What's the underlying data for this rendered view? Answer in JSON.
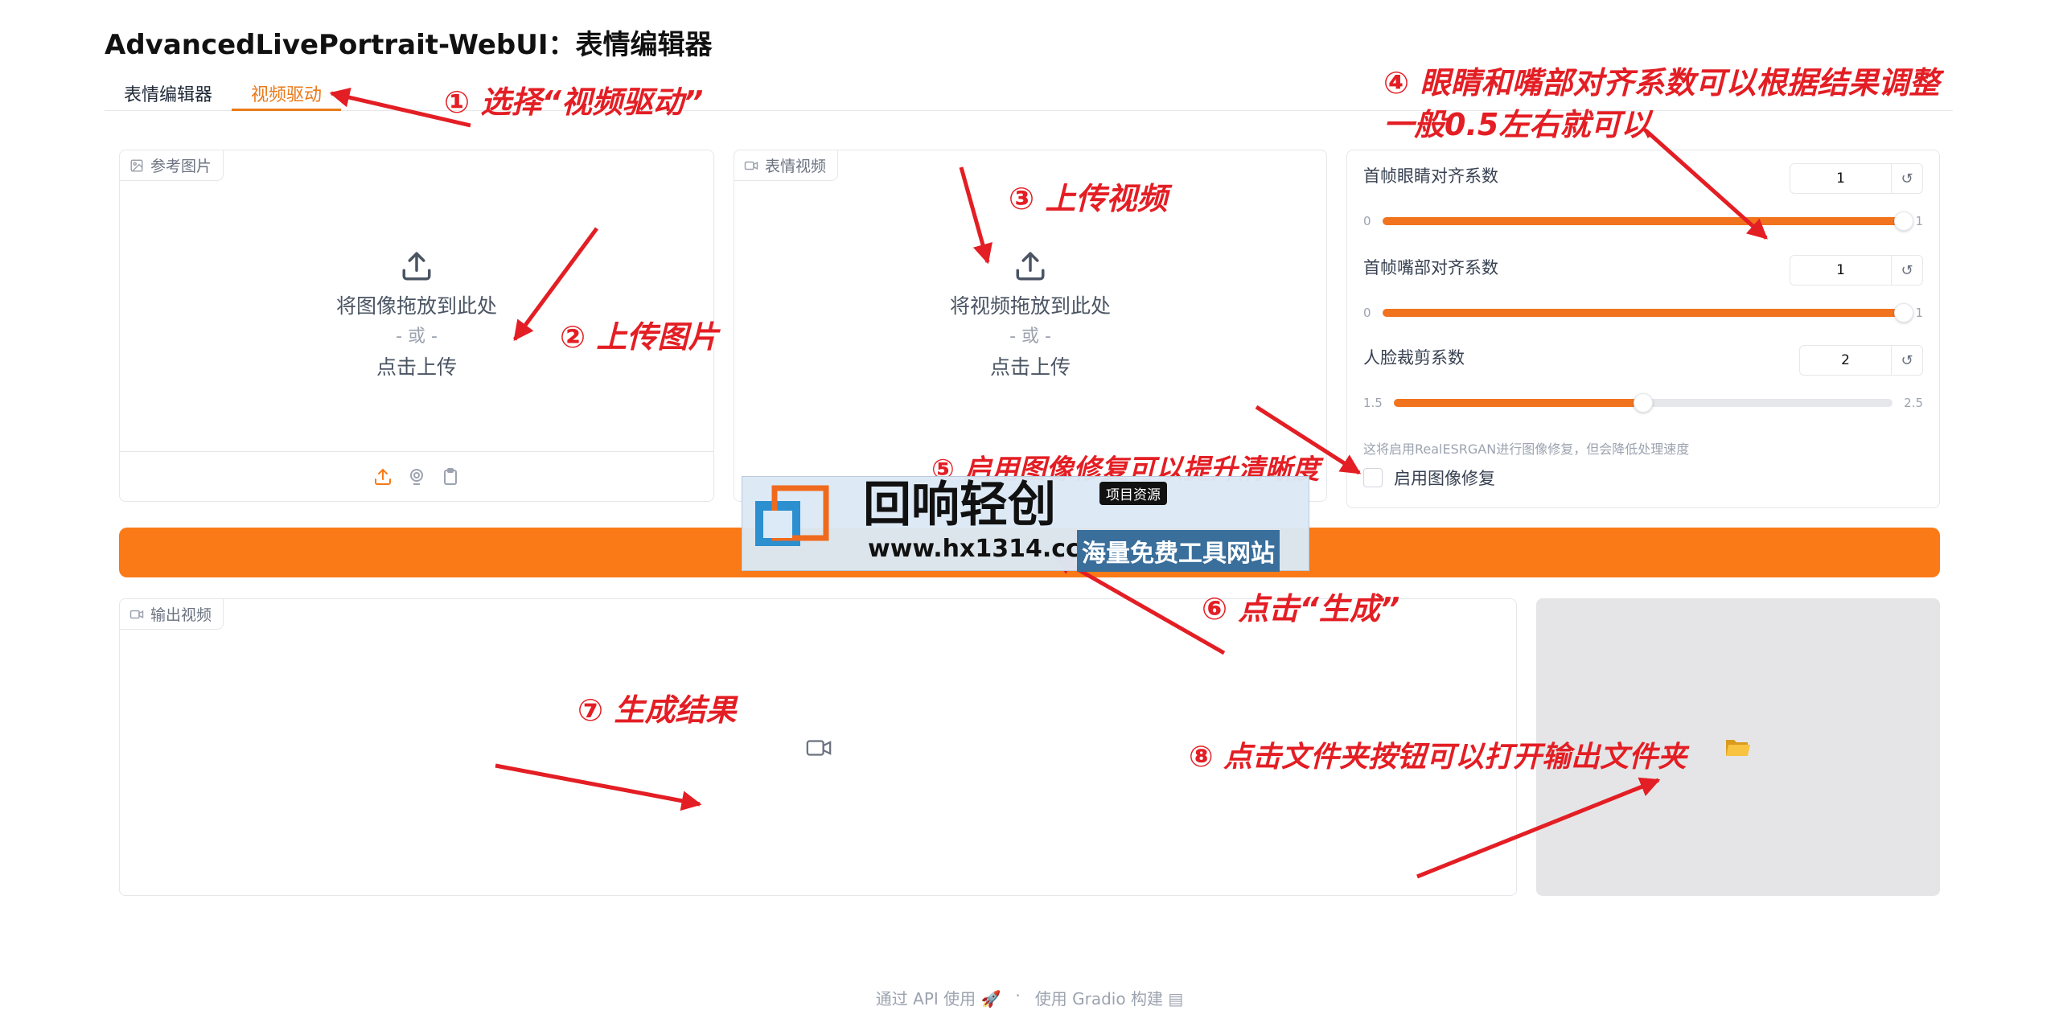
{
  "app_title": "AdvancedLivePortrait-WebUI：表情编辑器",
  "tabs": [
    {
      "label": "表情编辑器",
      "active": false
    },
    {
      "label": "视频驱动",
      "active": true
    }
  ],
  "ref_image": {
    "label": "参考图片",
    "drop_text": "将图像拖放到此处",
    "or_text": "- 或 -",
    "click_text": "点击上传"
  },
  "driving_video": {
    "label": "表情视频",
    "drop_text": "将视频拖放到此处",
    "or_text": "- 或 -",
    "click_text": "点击上传"
  },
  "sliders": [
    {
      "label": "首帧眼睛对齐系数",
      "value": "1",
      "min": "0",
      "max": "1",
      "fraction": 1.0
    },
    {
      "label": "首帧嘴部对齐系数",
      "value": "1",
      "min": "0",
      "max": "1",
      "fraction": 1.0
    },
    {
      "label": "人脸裁剪系数",
      "value": "2",
      "min": "1.5",
      "max": "2.5",
      "fraction": 0.5
    }
  ],
  "restore_info": "这将启用RealESRGAN进行图像修复，但会降低处理速度",
  "restore_label": "启用图像修复",
  "output_video_label": "输出视频",
  "footer": {
    "api": "通过 API 使用",
    "sep": "·",
    "built": "使用 Gradio 构建"
  },
  "watermark": {
    "brand": "回响轻创",
    "badge": "项目资源",
    "url": "www.hx1314.cc",
    "slogan": "海量免费工具网站"
  },
  "annotations": {
    "a1": "① 选择“视频驱动”",
    "a2": "② 上传图片",
    "a3": "③ 上传视频",
    "a4_line1": "④ 眼睛和嘴部对齐系数可以根据结果调整",
    "a4_line2": "一般0.5左右就可以",
    "a5": "⑤ 启用图像修复可以提升清晰度",
    "a6": "⑥ 点击“生成”",
    "a7": "⑦ 生成结果",
    "a8": "⑧ 点击文件夹按钮可以打开输出文件夹"
  },
  "colors": {
    "accent": "#f97a17",
    "annotation": "#e31e24"
  }
}
